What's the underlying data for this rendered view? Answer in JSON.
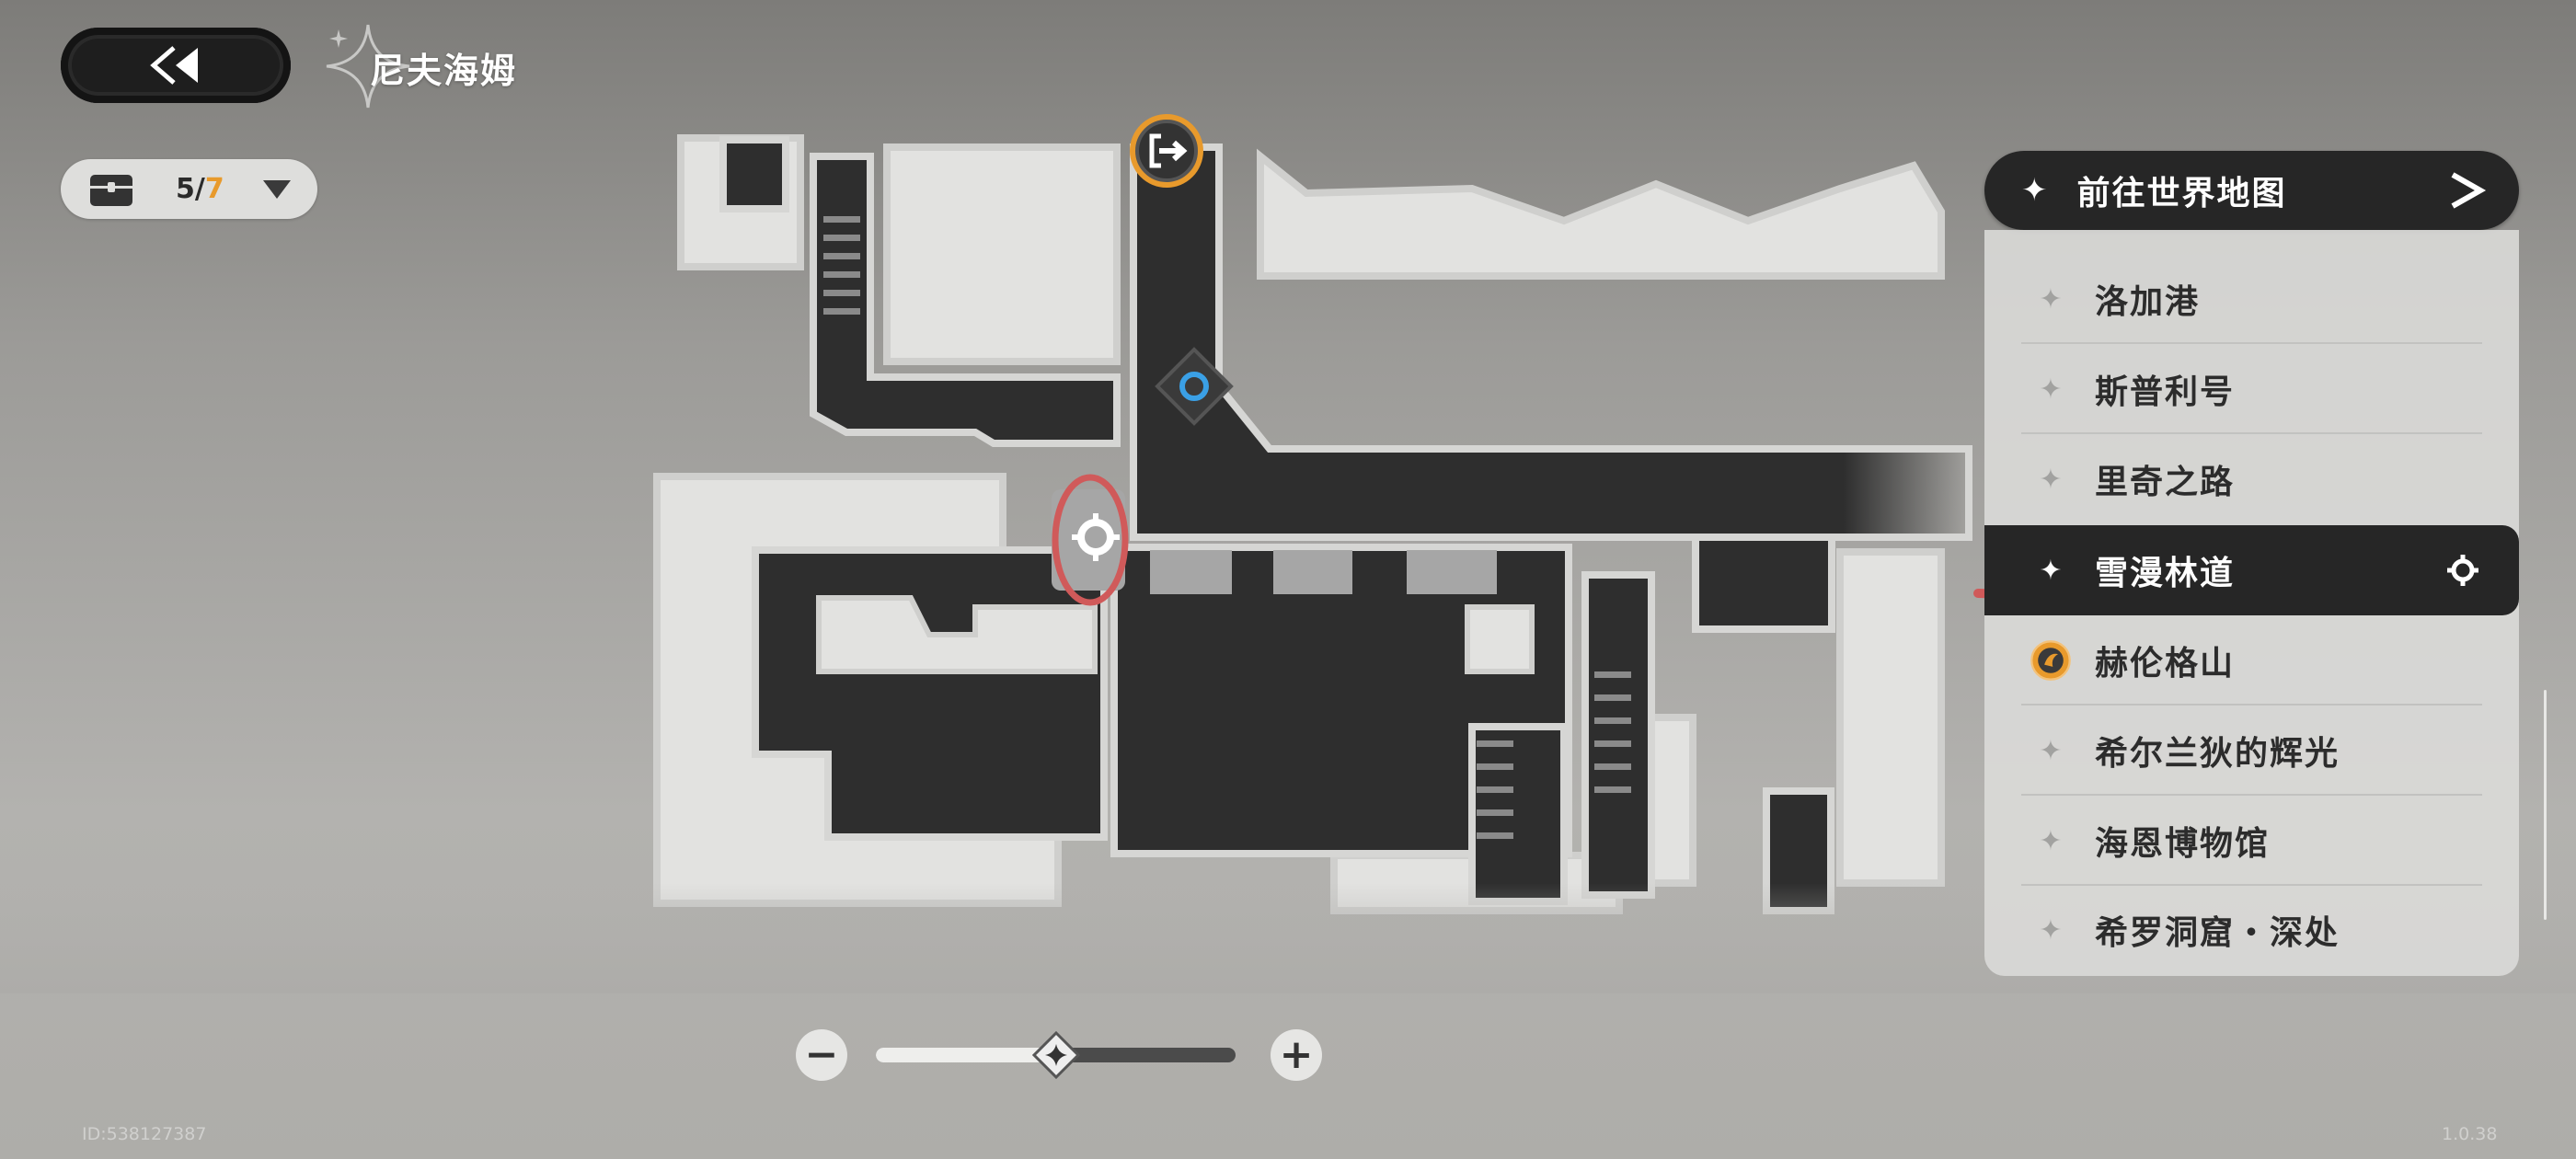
{
  "header": {
    "title": "尼夫海姆",
    "back_icon": "double-chevron-left-icon"
  },
  "chest_counter": {
    "found": "5",
    "separator": "/",
    "total": "7",
    "icon": "chest-icon"
  },
  "panel": {
    "header_label": "前往世界地图",
    "locations": [
      {
        "label": "洛加港",
        "icon": "star-icon",
        "selected": false
      },
      {
        "label": "斯普利号",
        "icon": "star-icon",
        "selected": false
      },
      {
        "label": "里奇之路",
        "icon": "star-icon",
        "selected": false
      },
      {
        "label": "雪漫林道",
        "icon": "star-icon",
        "selected": true
      },
      {
        "label": "赫伦格山",
        "icon": "quest-badge-icon",
        "selected": false
      },
      {
        "label": "希尔兰狄的辉光",
        "icon": "star-icon",
        "selected": false
      },
      {
        "label": "海恩博物馆",
        "icon": "star-icon",
        "selected": false
      },
      {
        "label": "希罗洞窟・深处",
        "icon": "star-icon",
        "selected": false
      }
    ]
  },
  "zoom": {
    "level_percent": 50
  },
  "footer": {
    "uid": "ID:538127387",
    "version": "1.0.38"
  },
  "colors": {
    "accent": "#e89a2c",
    "panel_dark": "#262626",
    "waypoint": "#3aa0e6",
    "annotation": "#d05a5a"
  }
}
